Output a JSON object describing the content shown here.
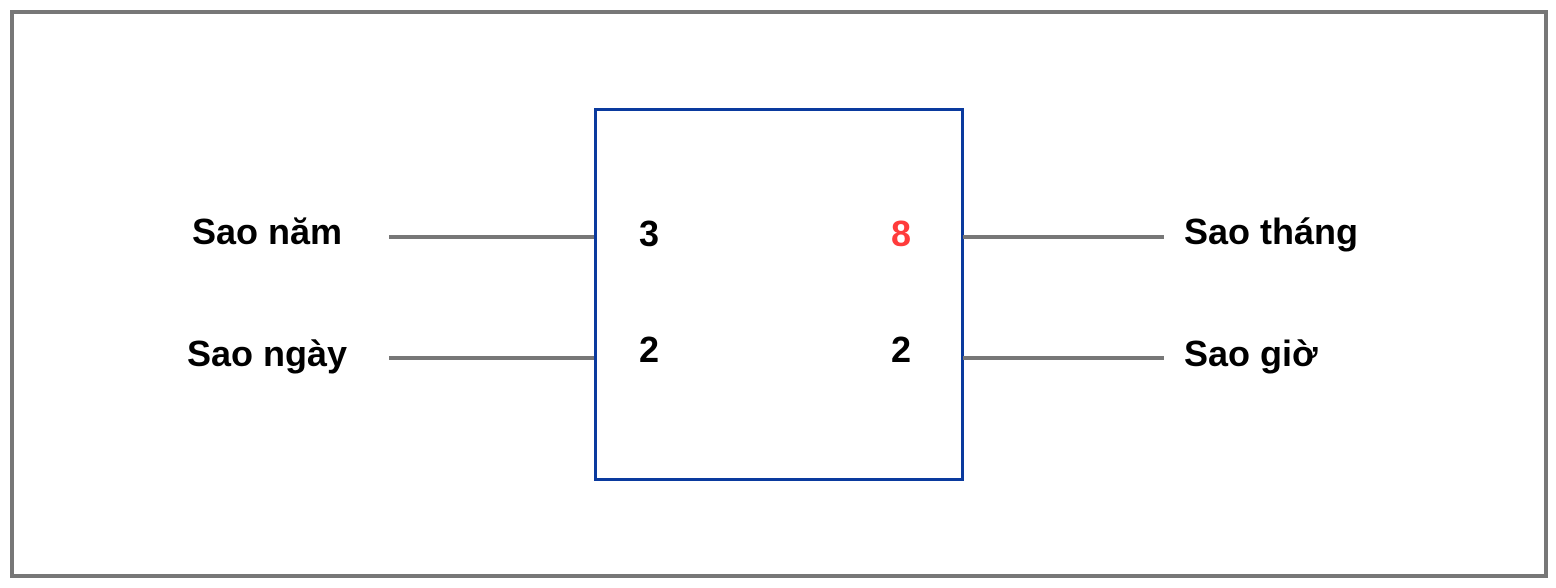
{
  "labels": {
    "top_left": "Sao năm",
    "bottom_left": "Sao ngày",
    "top_right": "Sao tháng",
    "bottom_right": "Sao giờ"
  },
  "values": {
    "top_left": "3",
    "top_right": "8",
    "bottom_left": "2",
    "bottom_right": "2"
  },
  "colors": {
    "box_border": "#0a3a9e",
    "highlight": "#ff3b3b",
    "line": "#777777"
  }
}
